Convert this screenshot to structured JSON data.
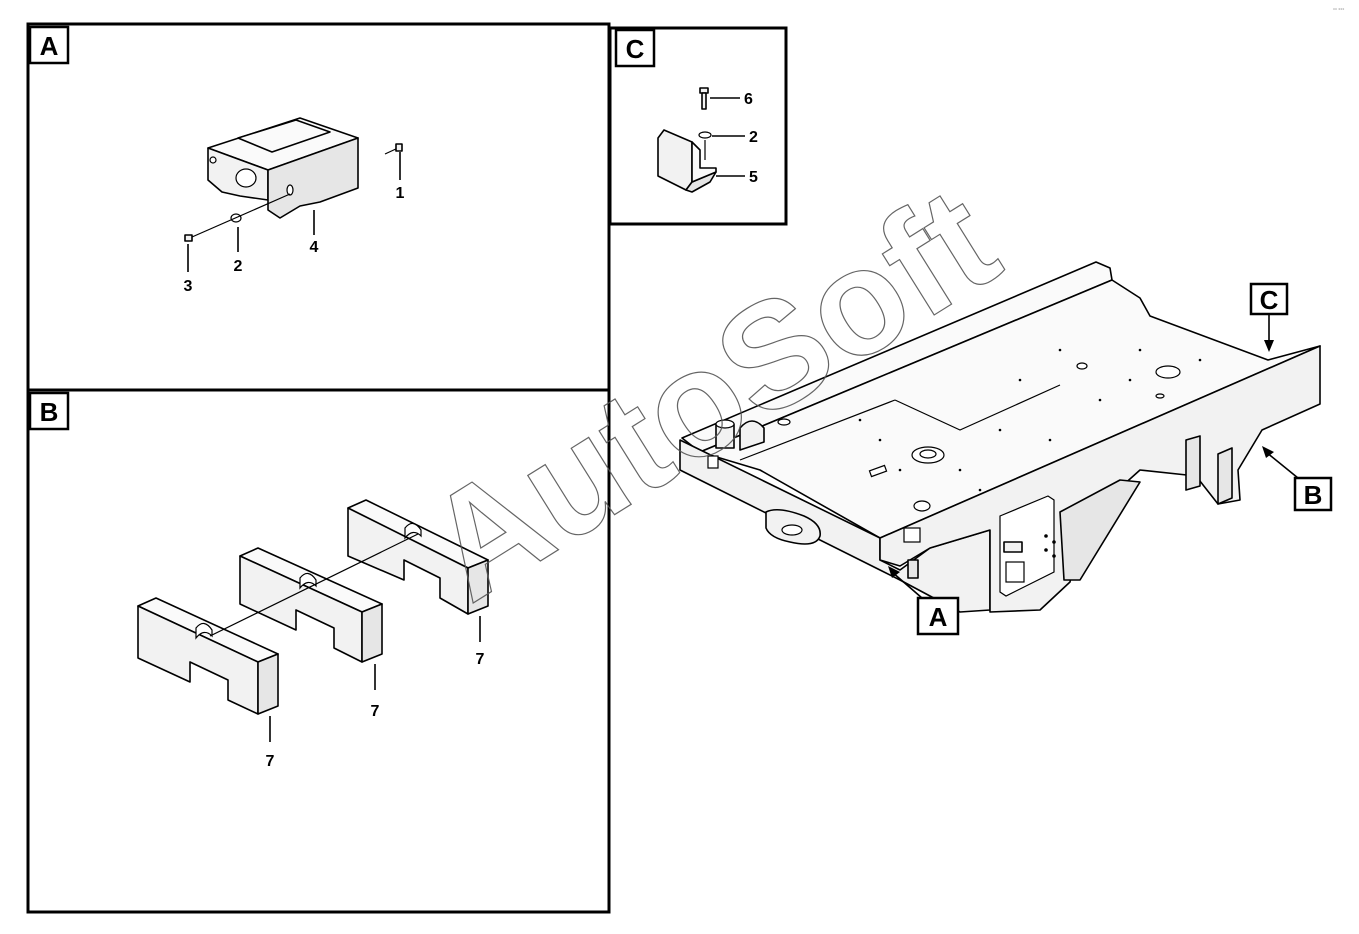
{
  "panels": {
    "A": {
      "label": "A"
    },
    "B": {
      "label": "B"
    },
    "C": {
      "label": "C"
    }
  },
  "callouts": {
    "a_1": "1",
    "a_2": "2",
    "a_3": "3",
    "a_4": "4",
    "b_7_left": "7",
    "b_7_mid": "7",
    "b_7_right": "7",
    "c_6": "6",
    "c_2": "2",
    "c_5": "5"
  },
  "frame_markers": {
    "A": "A",
    "B": "B",
    "C": "C"
  },
  "watermark": "AutoSoft",
  "corner_mark": "°° °°°"
}
